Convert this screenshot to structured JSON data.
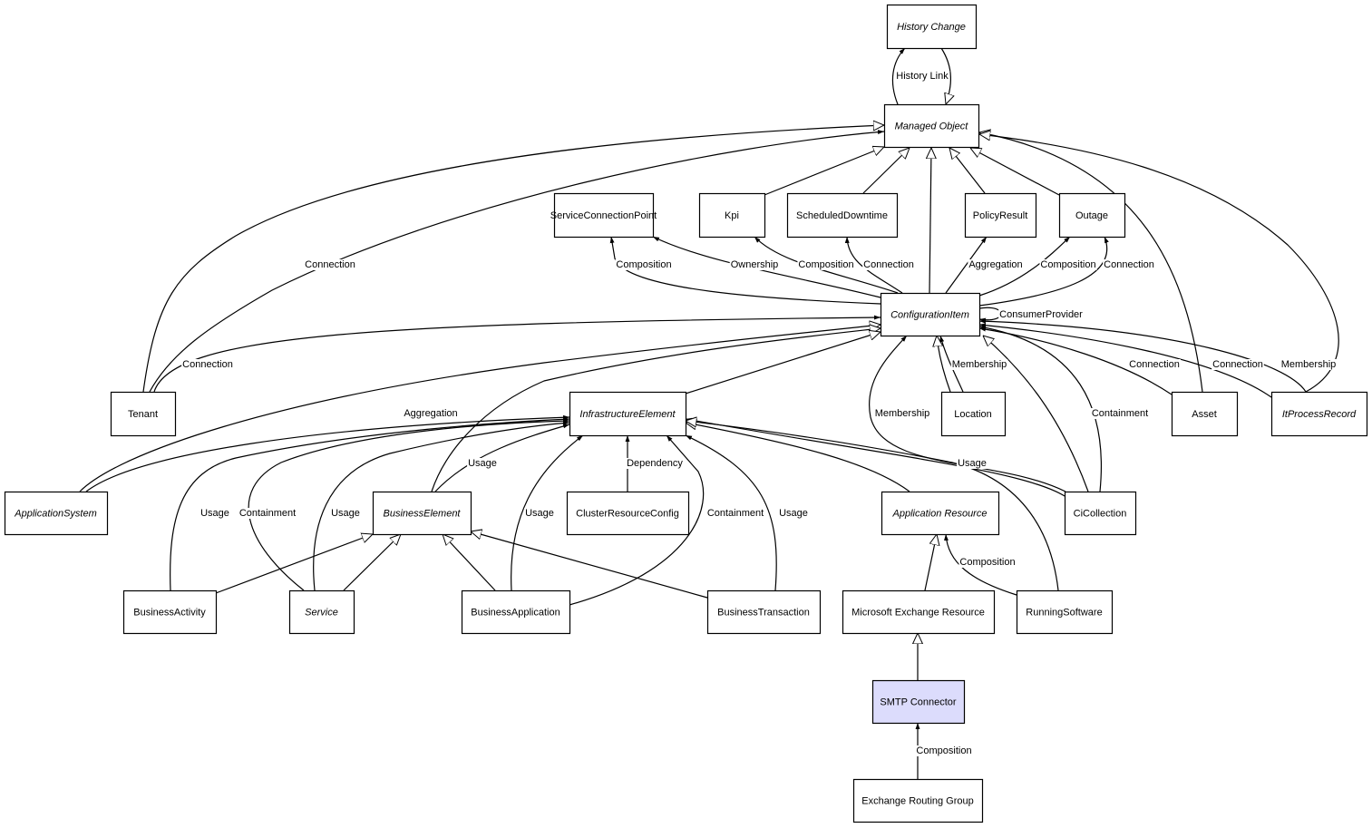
{
  "diagram": {
    "highlight_color": "#dcdcfc",
    "nodes": {
      "HistoryChange": {
        "label": "History Change",
        "italic": true
      },
      "ManagedObject": {
        "label": "Managed Object",
        "italic": true
      },
      "ServiceConnectionPoint": {
        "label": "ServiceConnectionPoint",
        "italic": false
      },
      "Kpi": {
        "label": "Kpi",
        "italic": false
      },
      "ScheduledDowntime": {
        "label": "ScheduledDowntime",
        "italic": false
      },
      "PolicyResult": {
        "label": "PolicyResult",
        "italic": false
      },
      "Outage": {
        "label": "Outage",
        "italic": false
      },
      "ConfigurationItem": {
        "label": "ConfigurationItem",
        "italic": true
      },
      "Tenant": {
        "label": "Tenant",
        "italic": false
      },
      "InfrastructureElement": {
        "label": "InfrastructureElement",
        "italic": true
      },
      "Location": {
        "label": "Location",
        "italic": false
      },
      "Asset": {
        "label": "Asset",
        "italic": false
      },
      "ItProcessRecord": {
        "label": "ItProcessRecord",
        "italic": true
      },
      "ApplicationSystem": {
        "label": "ApplicationSystem",
        "italic": true
      },
      "BusinessElement": {
        "label": "BusinessElement",
        "italic": true
      },
      "ClusterResourceConfig": {
        "label": "ClusterResourceConfig",
        "italic": false
      },
      "ApplicationResource": {
        "label": "Application Resource",
        "italic": true
      },
      "CiCollection": {
        "label": "CiCollection",
        "italic": false
      },
      "BusinessActivity": {
        "label": "BusinessActivity",
        "italic": false
      },
      "Service": {
        "label": "Service",
        "italic": true
      },
      "BusinessApplication": {
        "label": "BusinessApplication",
        "italic": false
      },
      "BusinessTransaction": {
        "label": "BusinessTransaction",
        "italic": false
      },
      "MicrosoftExchangeResource": {
        "label": "Microsoft Exchange Resource",
        "italic": false
      },
      "RunningSoftware": {
        "label": "RunningSoftware",
        "italic": false
      },
      "SMTPConnector": {
        "label": "SMTP Connector",
        "italic": false,
        "highlighted": true
      },
      "ExchangeRoutingGroup": {
        "label": "Exchange Routing Group",
        "italic": false
      }
    },
    "edges": [
      {
        "from": "ManagedObject",
        "to": "HistoryChange",
        "kind": "association",
        "label": "History Link"
      },
      {
        "from": "HistoryChange",
        "to": "ManagedObject",
        "kind": "inheritance",
        "label": ""
      },
      {
        "from": "Kpi",
        "to": "ManagedObject",
        "kind": "inheritance",
        "label": ""
      },
      {
        "from": "ScheduledDowntime",
        "to": "ManagedObject",
        "kind": "inheritance",
        "label": ""
      },
      {
        "from": "ConfigurationItem",
        "to": "ManagedObject",
        "kind": "inheritance",
        "label": ""
      },
      {
        "from": "PolicyResult",
        "to": "ManagedObject",
        "kind": "inheritance",
        "label": ""
      },
      {
        "from": "Outage",
        "to": "ManagedObject",
        "kind": "inheritance",
        "label": ""
      },
      {
        "from": "Asset",
        "to": "ManagedObject",
        "kind": "inheritance",
        "label": ""
      },
      {
        "from": "ItProcessRecord",
        "to": "ManagedObject",
        "kind": "inheritance",
        "label": ""
      },
      {
        "from": "Tenant",
        "to": "ManagedObject",
        "kind": "inheritance",
        "label": ""
      },
      {
        "from": "Tenant",
        "to": "ManagedObject",
        "kind": "association",
        "label": "Connection"
      },
      {
        "from": "ConfigurationItem",
        "to": "ServiceConnectionPoint",
        "kind": "association",
        "label": "Composition"
      },
      {
        "from": "ConfigurationItem",
        "to": "ServiceConnectionPoint",
        "kind": "association",
        "label": "Ownership"
      },
      {
        "from": "ConfigurationItem",
        "to": "Kpi",
        "kind": "association",
        "label": "Composition"
      },
      {
        "from": "ConfigurationItem",
        "to": "ScheduledDowntime",
        "kind": "association",
        "label": "Connection"
      },
      {
        "from": "ConfigurationItem",
        "to": "PolicyResult",
        "kind": "association",
        "label": "Aggregation"
      },
      {
        "from": "ConfigurationItem",
        "to": "Outage",
        "kind": "association",
        "label": "Composition"
      },
      {
        "from": "ConfigurationItem",
        "to": "Outage",
        "kind": "association",
        "label": "Connection"
      },
      {
        "from": "ConfigurationItem",
        "to": "ConfigurationItem",
        "kind": "association",
        "label": "ConsumerProvider"
      },
      {
        "from": "Tenant",
        "to": "ConfigurationItem",
        "kind": "association",
        "label": "Connection"
      },
      {
        "from": "ApplicationSystem",
        "to": "ConfigurationItem",
        "kind": "inheritance",
        "label": ""
      },
      {
        "from": "BusinessElement",
        "to": "ConfigurationItem",
        "kind": "inheritance",
        "label": ""
      },
      {
        "from": "InfrastructureElement",
        "to": "ConfigurationItem",
        "kind": "inheritance",
        "label": ""
      },
      {
        "from": "CiCollection",
        "to": "ConfigurationItem",
        "kind": "association",
        "label": "Membership"
      },
      {
        "from": "Location",
        "to": "ConfigurationItem",
        "kind": "inheritance",
        "label": ""
      },
      {
        "from": "Location",
        "to": "ConfigurationItem",
        "kind": "association",
        "label": "Membership"
      },
      {
        "from": "CiCollection",
        "to": "ConfigurationItem",
        "kind": "inheritance",
        "label": ""
      },
      {
        "from": "CiCollection",
        "to": "ConfigurationItem",
        "kind": "association",
        "label": "Containment"
      },
      {
        "from": "Asset",
        "to": "ConfigurationItem",
        "kind": "association",
        "label": "Connection"
      },
      {
        "from": "ItProcessRecord",
        "to": "ConfigurationItem",
        "kind": "association",
        "label": "Connection"
      },
      {
        "from": "ItProcessRecord",
        "to": "ConfigurationItem",
        "kind": "association",
        "label": "Membership"
      },
      {
        "from": "ApplicationSystem",
        "to": "InfrastructureElement",
        "kind": "association",
        "label": "Aggregation"
      },
      {
        "from": "BusinessActivity",
        "to": "InfrastructureElement",
        "kind": "association",
        "label": "Usage"
      },
      {
        "from": "Service",
        "to": "InfrastructureElement",
        "kind": "association",
        "label": "Containment"
      },
      {
        "from": "Service",
        "to": "InfrastructureElement",
        "kind": "association",
        "label": "Usage"
      },
      {
        "from": "BusinessElement",
        "to": "InfrastructureElement",
        "kind": "association",
        "label": "Usage"
      },
      {
        "from": "BusinessApplication",
        "to": "InfrastructureElement",
        "kind": "association",
        "label": "Usage"
      },
      {
        "from": "ClusterResourceConfig",
        "to": "InfrastructureElement",
        "kind": "association",
        "label": "Dependency"
      },
      {
        "from": "BusinessApplication",
        "to": "InfrastructureElement",
        "kind": "association",
        "label": "Containment"
      },
      {
        "from": "BusinessTransaction",
        "to": "InfrastructureElement",
        "kind": "association",
        "label": "Usage"
      },
      {
        "from": "ApplicationResource",
        "to": "InfrastructureElement",
        "kind": "inheritance",
        "label": ""
      },
      {
        "from": "CiCollection",
        "to": "InfrastructureElement",
        "kind": "association",
        "label": "Usage"
      },
      {
        "from": "RunningSoftware",
        "to": "InfrastructureElement",
        "kind": "inheritance",
        "label": ""
      },
      {
        "from": "BusinessActivity",
        "to": "BusinessElement",
        "kind": "inheritance",
        "label": ""
      },
      {
        "from": "Service",
        "to": "BusinessElement",
        "kind": "inheritance",
        "label": ""
      },
      {
        "from": "BusinessApplication",
        "to": "BusinessElement",
        "kind": "inheritance",
        "label": ""
      },
      {
        "from": "BusinessTransaction",
        "to": "BusinessElement",
        "kind": "inheritance",
        "label": ""
      },
      {
        "from": "MicrosoftExchangeResource",
        "to": "ApplicationResource",
        "kind": "inheritance",
        "label": ""
      },
      {
        "from": "RunningSoftware",
        "to": "ApplicationResource",
        "kind": "association",
        "label": "Composition"
      },
      {
        "from": "SMTPConnector",
        "to": "MicrosoftExchangeResource",
        "kind": "inheritance",
        "label": ""
      },
      {
        "from": "ExchangeRoutingGroup",
        "to": "SMTPConnector",
        "kind": "association",
        "label": "Composition"
      }
    ]
  }
}
